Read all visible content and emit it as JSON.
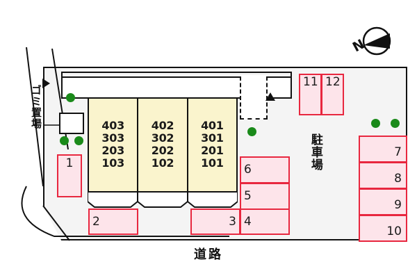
{
  "plan": {
    "road_label": "道路",
    "parking_label": "駐車場",
    "waste_label": "ゴミ置場",
    "compass_label": "N"
  },
  "building": {
    "columns": [
      {
        "name": "column-west",
        "units": [
          "403",
          "303",
          "203",
          "103"
        ]
      },
      {
        "name": "column-center",
        "units": [
          "402",
          "302",
          "202",
          "102"
        ]
      },
      {
        "name": "column-east",
        "units": [
          "401",
          "301",
          "201",
          "101"
        ]
      }
    ]
  },
  "parking": {
    "stalls": [
      {
        "id": "1",
        "label": "1"
      },
      {
        "id": "2",
        "label": "2"
      },
      {
        "id": "3",
        "label": "3"
      },
      {
        "id": "4",
        "label": "4"
      },
      {
        "id": "5",
        "label": "5"
      },
      {
        "id": "6",
        "label": "6"
      },
      {
        "id": "7",
        "label": "7"
      },
      {
        "id": "8",
        "label": "8"
      },
      {
        "id": "9",
        "label": "9"
      },
      {
        "id": "10",
        "label": "10"
      },
      {
        "id": "11",
        "label": "11"
      },
      {
        "id": "12",
        "label": "12"
      }
    ]
  },
  "colors": {
    "unit_fill": "#faf4cd",
    "stall_fill": "#fde4ea",
    "stall_stroke": "#e8273f",
    "site_fill": "#f4f4f4",
    "tree": "#1a8a1a",
    "outline": "#111111"
  }
}
